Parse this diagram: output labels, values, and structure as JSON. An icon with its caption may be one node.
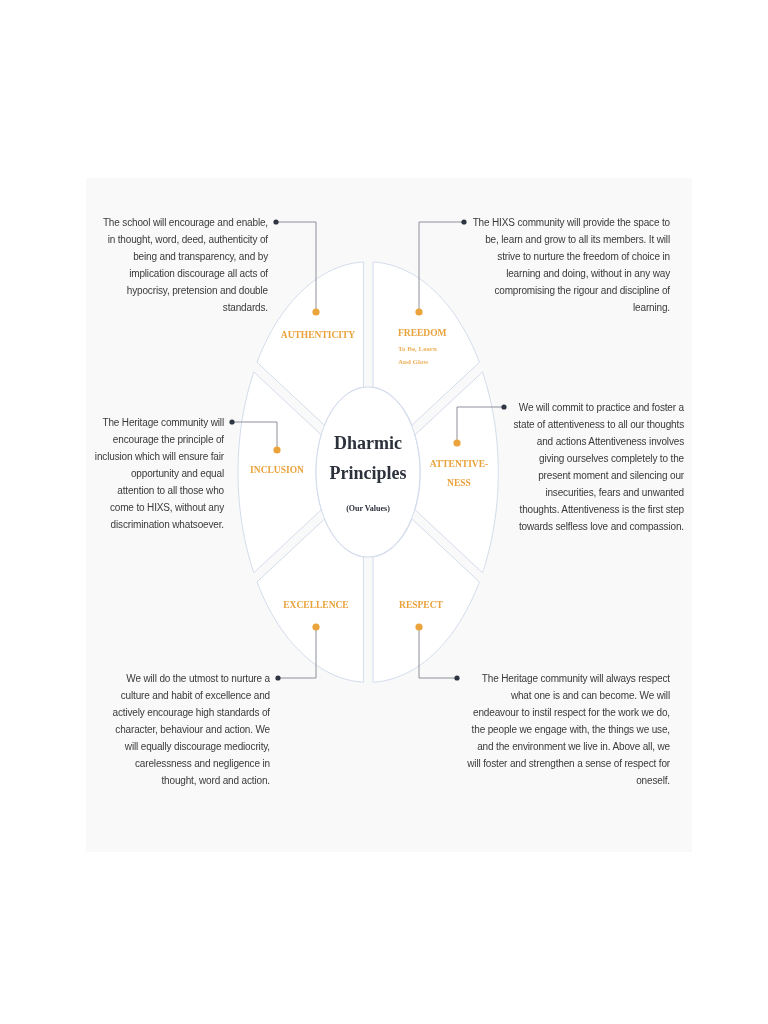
{
  "diagram": {
    "nodes": [
      {
        "text": [
          "The school will encourage and enable, in thought, word, deed, authenticity of being and transparency, and by implication discourage all acts of hypocrisy, pretension and double standards."
        ]
      },
      {
        "text": [
          "The HIXS community will provide the space to be, learn and grow to all its members. It will strive to nurture the freedom of choice in learning and doing, without in any way compromising the rigour and discipline of learning."
        ]
      },
      {
        "text": [
          "AUTHENTICITY"
        ]
      },
      {
        "text": [
          "FREEDOM",
          "To Be, Learn And Glow"
        ]
      },
      {
        "text": [
          "The Heritage community will encourage the principle of inclusion which will ensure fair opportunity and equal attention to all those who come to HIXS, without any discrimination whatsoever."
        ]
      },
      {
        "text": [
          "INCLUSION"
        ]
      },
      {
        "text": [
          "Dharmic Principles",
          "(Our Values)"
        ]
      },
      {
        "text": [
          "ATTENTIVE- NESS"
        ]
      },
      {
        "text": [
          "We will commit to practice and foster a state of attentiveness to all our thoughts and actions Attentiveness involves giving ourselves completely to the present moment and silencing our insecurities, fears and unwanted thoughts. Attentiveness is the first step towards selfless love and compassion."
        ]
      },
      {
        "text": [
          "EXCELLENCE"
        ]
      },
      {
        "text": [
          "RESPECT"
        ]
      },
      {
        "text": [
          "We will do the utmost to nurture a culture and habit of excellence and actively encourage high standards of character, behaviour and action. We will equally discourage mediocrity, carelessness and negligence in thought, word and action."
        ]
      },
      {
        "text": [
          "The Heritage community will always respect what one is and can become. We will endeavour to instil respect for the work we do, the people we engage with, the things we use, and the environment we live in. Above all, we will foster and strengthen a sense of respect for oneself."
        ]
      }
    ],
    "edges": [
      {
        "from": 0,
        "to": 2,
        "arrow": "other"
      },
      {
        "from": 1,
        "to": 3,
        "arrow": "other"
      },
      {
        "from": 4,
        "to": 5,
        "arrow": "other"
      },
      {
        "from": 8,
        "to": 7,
        "arrow": "other"
      },
      {
        "from": 11,
        "to": 9,
        "arrow": "other"
      },
      {
        "from": 12,
        "to": 10,
        "arrow": "other"
      }
    ]
  }
}
